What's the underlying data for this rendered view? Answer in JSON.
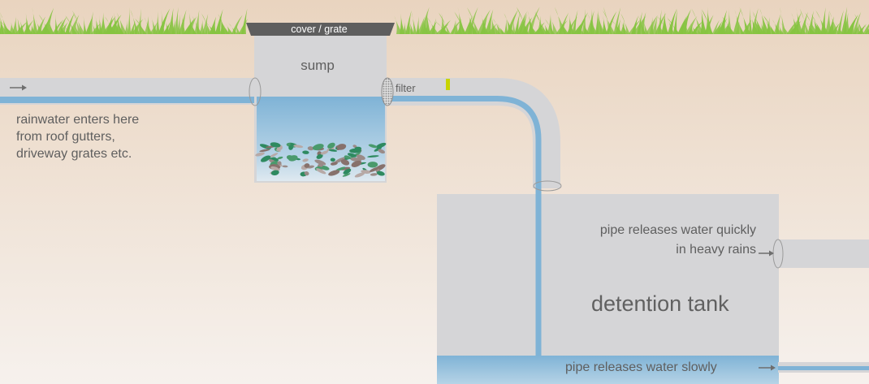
{
  "labels": {
    "cover": "cover / grate",
    "sump": "sump",
    "filter": "filter",
    "rainwater_line1": "rainwater enters here",
    "rainwater_line2": "from roof gutters,",
    "rainwater_line3": "driveway grates etc.",
    "quick_line1": "pipe releases water quickly",
    "quick_line2": "in heavy rains",
    "tank": "detention tank",
    "slow": "pipe releases water slowly"
  },
  "colors": {
    "soil_top": "#e9d4bf",
    "soil_bottom": "#f6f1ed",
    "grass": "#86c441",
    "structure": "#d5d5d7",
    "water": "#7fb3d6",
    "water_light": "#b6d3e6",
    "cover": "#5e5e5e",
    "filter_mark": "#c8d400",
    "text": "#5f5f5f",
    "arrow": "#6e6e6e",
    "debris": [
      "#9a8b88",
      "#2e8a60",
      "#87716c",
      "#4a9a6c",
      "#b7a9a6"
    ]
  },
  "icons": [
    "flow-arrow-icon",
    "filter-mesh-icon",
    "pipe-opening-icon"
  ]
}
